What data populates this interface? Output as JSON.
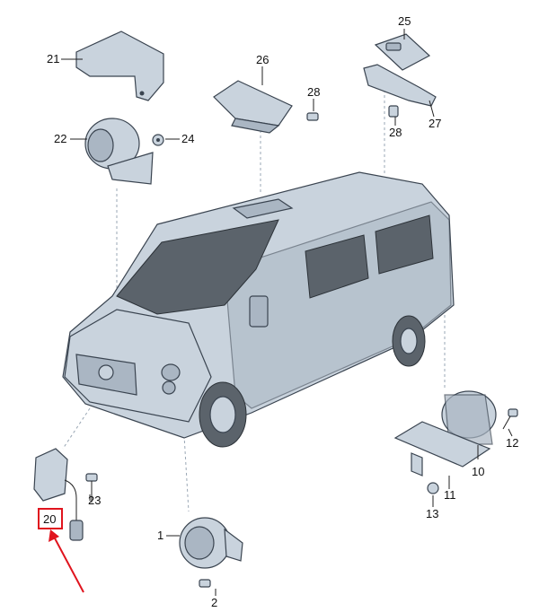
{
  "callouts": {
    "c1": "1",
    "c2": "2",
    "c10": "10",
    "c11": "11",
    "c12": "12",
    "c13": "13",
    "c20": "20",
    "c21": "21",
    "c22": "22",
    "c23": "23",
    "c24": "24",
    "c25": "25",
    "c26": "26",
    "c27": "27",
    "c28a": "28",
    "c28b": "28"
  },
  "colors": {
    "highlight": "#e0141e",
    "part_fill": "#c9d3dd",
    "outline": "#3a4450"
  }
}
